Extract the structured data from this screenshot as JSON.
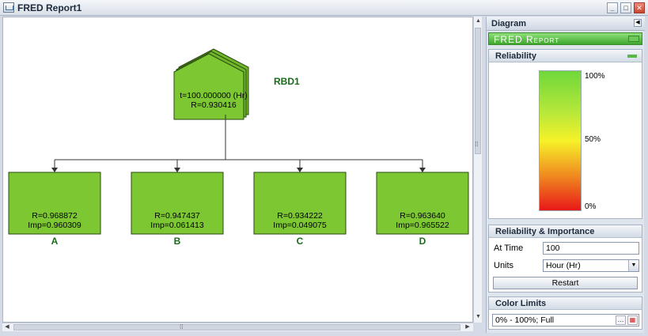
{
  "window": {
    "title": "FRED Report1",
    "icon": "report-window-icon"
  },
  "diagram": {
    "root": {
      "name": "RBD1",
      "time": "t=100.000000 (Hr)",
      "reliability": "R=0.930416"
    },
    "children": [
      {
        "label": "A",
        "reliability": "R=0.968872",
        "importance": "Imp=0.960309"
      },
      {
        "label": "B",
        "reliability": "R=0.947437",
        "importance": "Imp=0.061413"
      },
      {
        "label": "C",
        "reliability": "R=0.934222",
        "importance": "Imp=0.049075"
      },
      {
        "label": "D",
        "reliability": "R=0.963640",
        "importance": "Imp=0.965522"
      }
    ],
    "colors": {
      "node_fill": "#7dc733",
      "node_border": "#2a4a10",
      "label_color": "#1a6a1a"
    }
  },
  "panel": {
    "title": "Diagram",
    "banner": "FRED Report",
    "reliability": {
      "title": "Reliability",
      "top_label": "100%",
      "mid_label": "50%",
      "bottom_label": "0%"
    },
    "rel_importance": {
      "title": "Reliability & Importance",
      "at_time_label": "At Time",
      "at_time_value": "100",
      "units_label": "Units",
      "units_value": "Hour (Hr)",
      "restart_label": "Restart"
    },
    "color_limits": {
      "title": "Color Limits",
      "value": "0% - 100%; Full"
    }
  }
}
